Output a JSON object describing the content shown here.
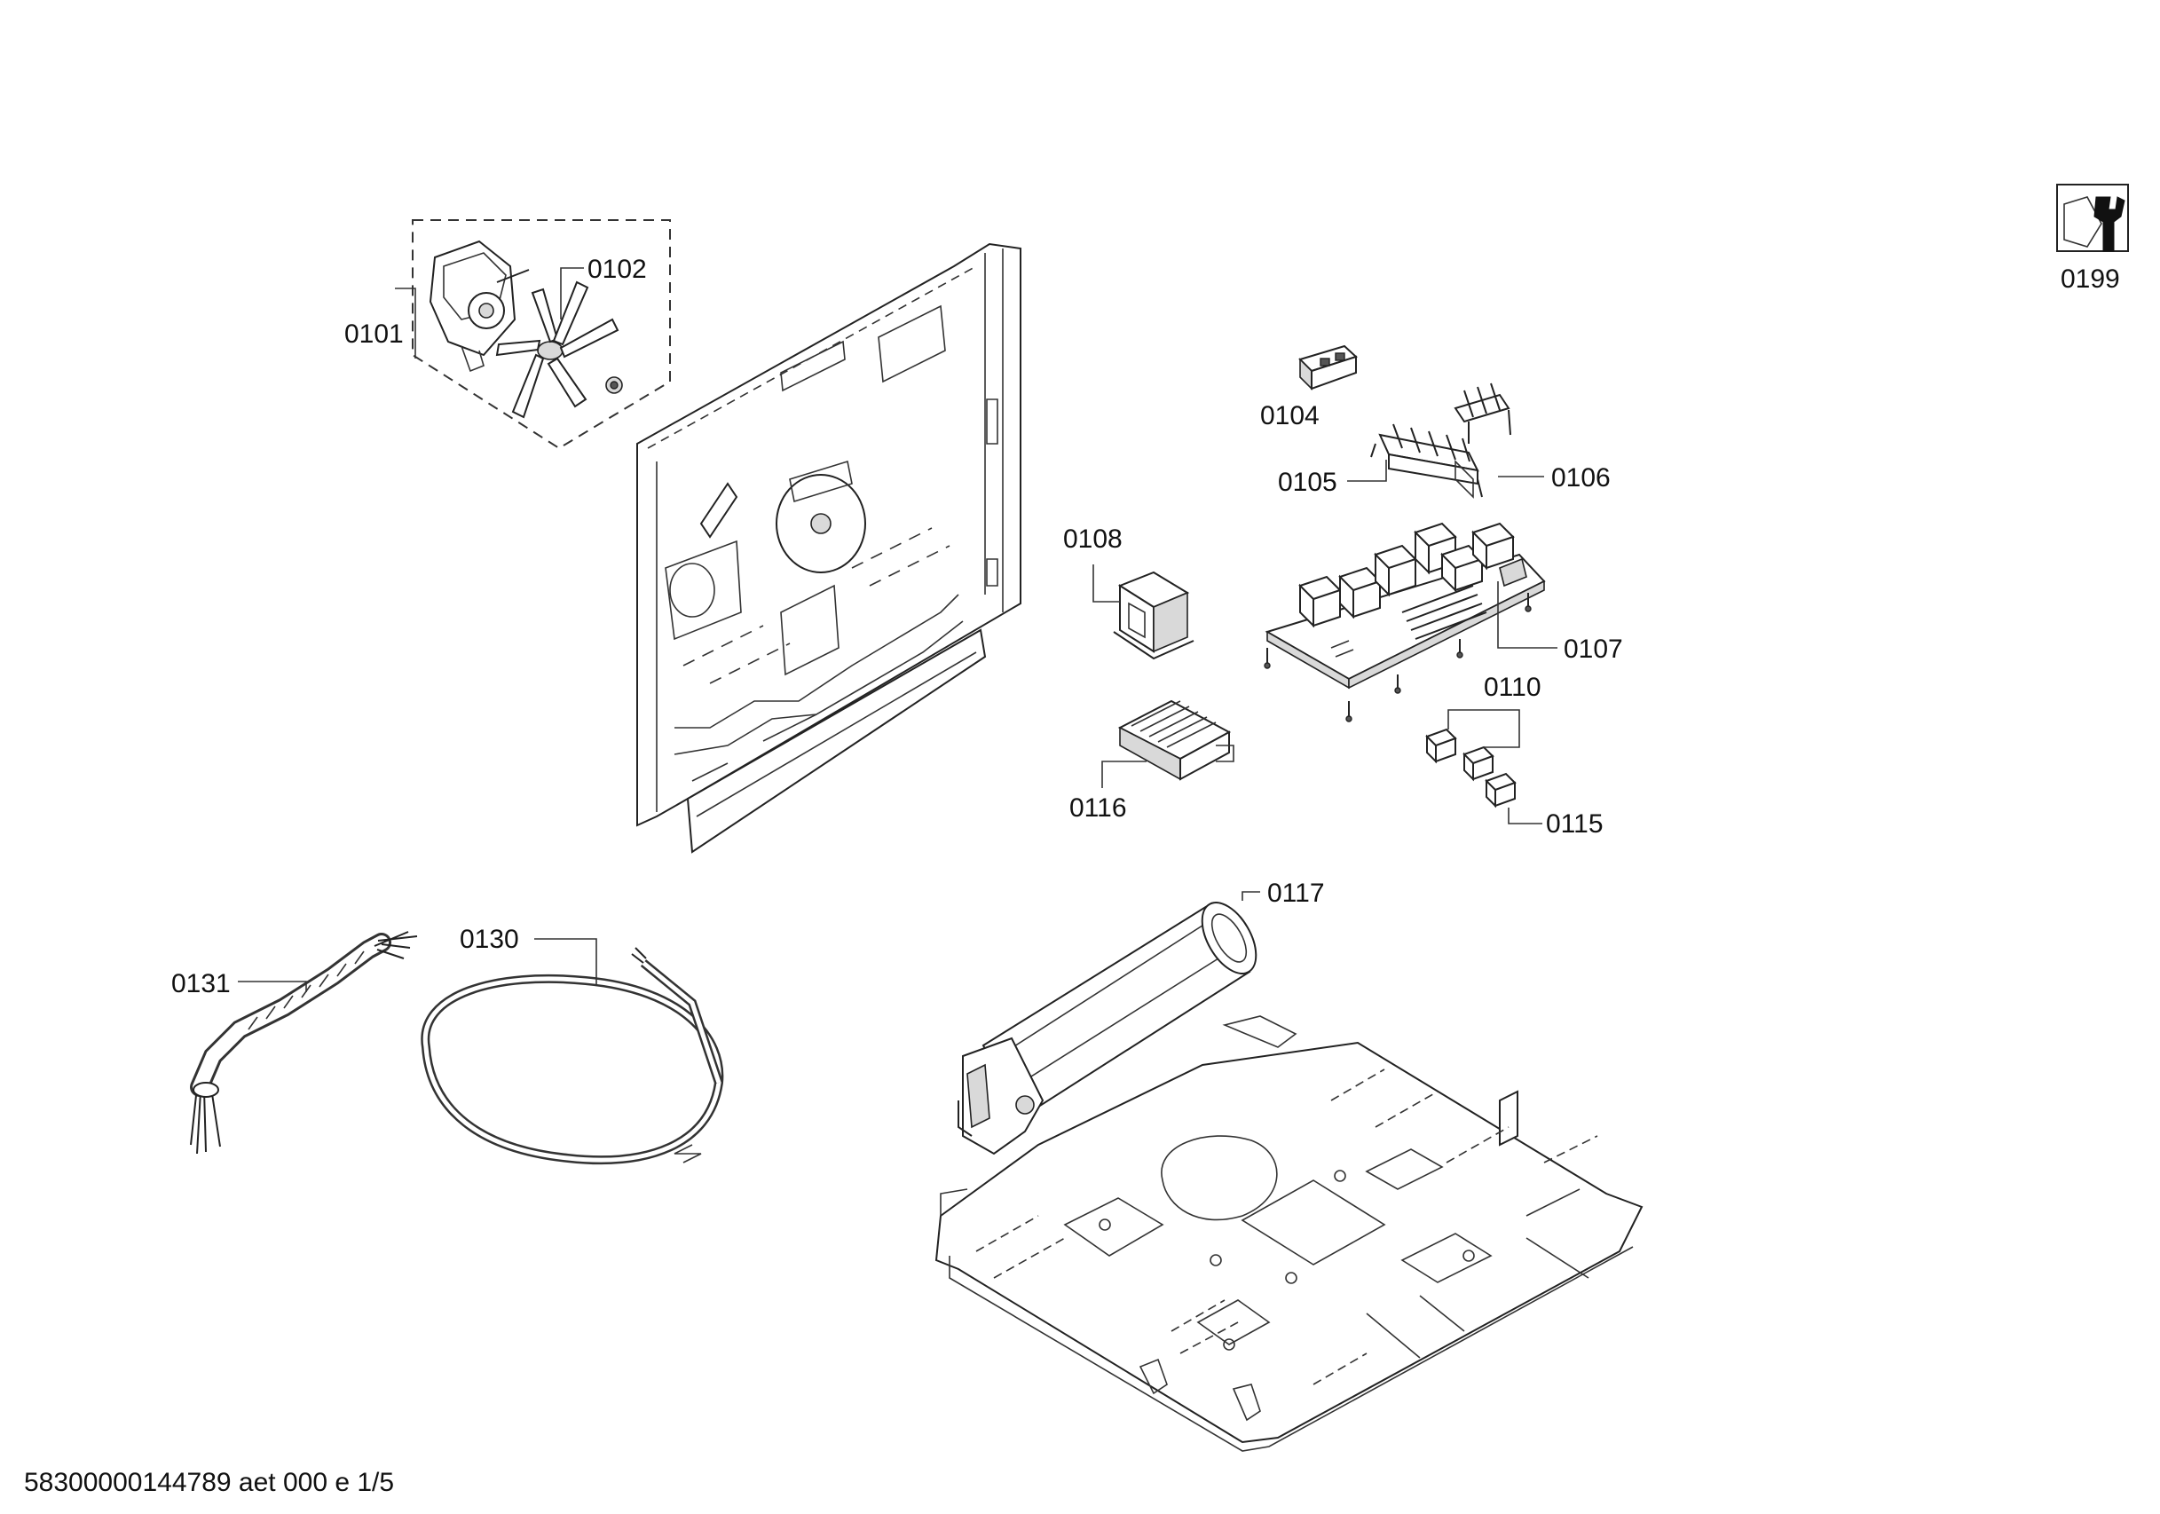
{
  "labels": {
    "p0101": "0101",
    "p0102": "0102",
    "p0104": "0104",
    "p0105": "0105",
    "p0106": "0106",
    "p0107": "0107",
    "p0108": "0108",
    "p0110": "0110",
    "p0115": "0115",
    "p0116": "0116",
    "p0117": "0117",
    "p0130": "0130",
    "p0131": "0131",
    "p0199": "0199"
  },
  "footer": {
    "document_id": "58300000144789 aet 000 e 1/5"
  },
  "icons": {
    "tool_icon": "wrench-icon"
  }
}
